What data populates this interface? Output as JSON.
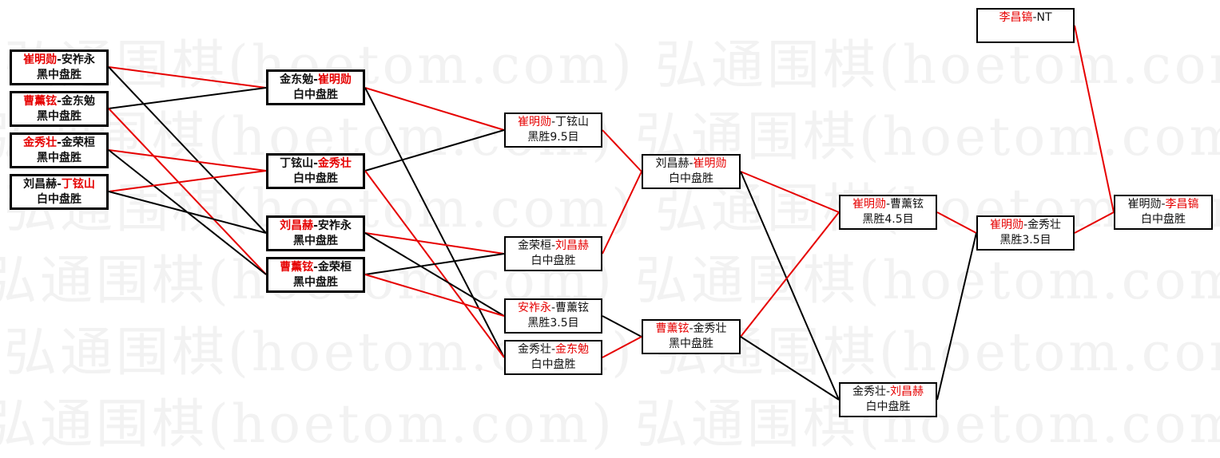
{
  "watermark": "弘通围棋(hoetom.com)",
  "colors": {
    "winner": "#e60000",
    "line_win": "#e60000",
    "line": "#000000"
  },
  "rounds": {
    "r1": [
      {
        "a": "崔明勋",
        "b": "安祚永",
        "winner": "a",
        "result": "黑中盘胜"
      },
      {
        "a": "曹薰铉",
        "b": "金东勉",
        "winner": "a",
        "result": "黑中盘胜"
      },
      {
        "a": "金秀壮",
        "b": "金荣桓",
        "winner": "a",
        "result": "黑中盘胜"
      },
      {
        "a": "刘昌赫",
        "b": "丁铉山",
        "winner": "b",
        "result": "白中盘胜"
      }
    ],
    "r2": [
      {
        "a": "金东勉",
        "b": "崔明勋",
        "winner": "b",
        "result": "白中盘胜"
      },
      {
        "a": "丁铉山",
        "b": "金秀壮",
        "winner": "b",
        "result": "白中盘胜"
      },
      {
        "a": "刘昌赫",
        "b": "安祚永",
        "winner": "a",
        "result": "黑中盘胜"
      },
      {
        "a": "曹薰铉",
        "b": "金荣桓",
        "winner": "a",
        "result": "黑中盘胜"
      }
    ],
    "r3": [
      {
        "a": "崔明勋",
        "b": "丁铉山",
        "winner": "a",
        "result": "黑胜9.5目"
      },
      {
        "a": "金荣桓",
        "b": "刘昌赫",
        "winner": "b",
        "result": "白中盘胜"
      },
      {
        "a": "安祚永",
        "b": "曹薰铉",
        "winner": "a",
        "result": "黑胜3.5目"
      },
      {
        "a": "金秀壮",
        "b": "金东勉",
        "winner": "b",
        "result": "白中盘胜"
      }
    ],
    "r4": [
      {
        "a": "刘昌赫",
        "b": "崔明勋",
        "winner": "b",
        "result": "白中盘胜"
      },
      {
        "a": "曹薰铉",
        "b": "金秀壮",
        "winner": "a",
        "result": "黑中盘胜"
      }
    ],
    "r5": [
      {
        "a": "崔明勋",
        "b": "曹薰铉",
        "winner": "a",
        "result": "黑胜4.5目"
      },
      {
        "a": "金秀壮",
        "b": "刘昌赫",
        "winner": "b",
        "result": "白中盘胜"
      }
    ],
    "r6": [
      {
        "a": "崔明勋",
        "b": "金秀壮",
        "winner": "a",
        "result": "黑胜3.5目"
      }
    ],
    "seed": {
      "a": "李昌镐",
      "b": "NT",
      "winner": "a",
      "result": ""
    },
    "final": {
      "a": "崔明勋",
      "b": "李昌镐",
      "winner": "b",
      "result": "白中盘胜"
    }
  }
}
